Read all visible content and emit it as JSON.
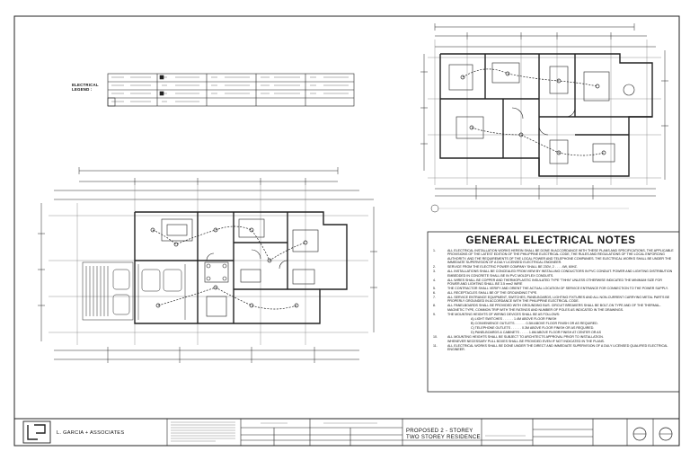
{
  "legend": {
    "label_line1": "ELECTRICAL",
    "label_line2": "LEGEND :"
  },
  "notes": {
    "title": "GENERAL ELECTRICAL NOTES",
    "items": [
      {
        "n": "1.",
        "t": "ALL ELECTRICAL INSTALLATION WORKS HEREIN SHALL BE DONE IN ACCORDANCE WITH THESE PLANS AND SPECIFICATIONS, THE APPLICABLE PROVISIONS OF THE LATEST EDITION OF THE PHILIPPINE ELECTRICAL CODE, THE RULES AND REGULATIONS OF THE LOCAL ENFORCING AUTHORITY, AND THE REQUIREMENTS OF THE LOCAL POWER AND TELEPHONE COMPANIES. THE ELECTRICAL WORKS SHALL BE UNDER THE IMMEDIATE SUPERVISION OF A DULY LICENSED ELECTRICAL ENGINEER."
      },
      {
        "n": "2.",
        "t": "SERVICE FROM THE ELECTRIC POWER COMPANY SHALL BE 230V, 2 . . . . 4W, 60HZ."
      },
      {
        "n": "3.",
        "t": "ALL INSTALLATIONS SHALL BE CONCEALED FROM VIEW BY INSTALLING CONDUCTORS IN PVC CONDUIT. POWER AND LIGHTING DISTRIBUTION EMBEDDED IN CONCRETE SHALL BE IN PVC MOLDFLEX CONDUITS."
      },
      {
        "n": "4.",
        "t": "ALL WIRES SHALL BE COPPER AND THERMOPLASTIC INSULATED TYPE \"THHN\" UNLESS OTHERWISE INDICATED THE MINIMUM SIZE FOR POWER AND LIGHTING SHALL BE 3.5 mm2 WIRE"
      },
      {
        "n": "5.",
        "t": "THE CONTRACTOR SHALL VERIFY AND ORIENT THE ACTUAL LOCATION OF SERVICE ENTRANCE FOR CONNECTION TO THE POWER SUPPLY."
      },
      {
        "n": "6.",
        "t": "ALL RECEPTACLES SHALL BE OF THE GROUNDING TYPE."
      },
      {
        "n": "7.",
        "t": "ALL SERVICE ENTRANCE EQUIPMENT, SWITCHES, PANELBOARDS, LIGHTING FIXTURES AND ALL NON-CURRENT CARRYING METAL PARTS BE PROPERLY GROUNDED IN ACCORDANCE WITH THE PHILIPPINE ELECTRICAL CODE."
      },
      {
        "n": "8.",
        "t": "ALL PANELBOARDS SHALL BE PROVIDED WITH GROUNDING BUS. CIRCUIT BREAKERS SHALL BE BOLT-ON TYPE AND OF THE THERMAL-MAGNETIC TYPE, COMMON TRIP WITH THE RATINGS AND NUMBER OF POLES AS INDICATED IN THE DRAWINGS."
      },
      {
        "n": "9.",
        "t": "THE MOUNTING HEIGHTS OF WIRING DEVICES SHALL BE AS FOLLOWS:"
      },
      {
        "n": "",
        "t": "A) LIGHT SWITCHES . . . . . . 1.4M ABOVE FLOOR FINISH",
        "sub": true
      },
      {
        "n": "",
        "t": "B) CONVENIENCE OUTLETS . . . . . . 0.3M ABOVE FLOOR FINISH OR AS REQUIRED.",
        "sub": true
      },
      {
        "n": "",
        "t": "C) TELEPHONE OUTLETS . . . . . . 0.3M ABOVE FLOOR FINISH OR AS REQUIRED.",
        "sub": true
      },
      {
        "n": "",
        "t": "D) PANELBOARDS & CABINETS . . . . . 1.6M ABOVE FLOOR FINISH AT CENTER OR AS",
        "sub": true
      },
      {
        "n": "10.",
        "t": "ALL MOUNTING HEIGHTS SHALL BE SUBJECT TO ARCHITECTS APPROVAL PRIOR TO INSTALLATION."
      },
      {
        "n": "",
        "t": "WHENEVER NECESSARY PULL BOXES SHALL BE PROVIDED EVEN IF NOT INDICATED IN THE PLANS."
      },
      {
        "n": "11.",
        "t": "ALL ELECTRICAL WORKS SHALL BE DONE UNDER THE DIRECT AND IMMEDIATE SUPERVISION OF A DULY LICENSED QUALIFIED ELECTRICAL ENGINEER."
      }
    ]
  },
  "titleblock": {
    "firm": "L. GARCIA + ASSOCIATES",
    "project_line1": "PROPOSED 2 - STOREY",
    "project_line2": "TWO STOREY RESIDENCE"
  }
}
